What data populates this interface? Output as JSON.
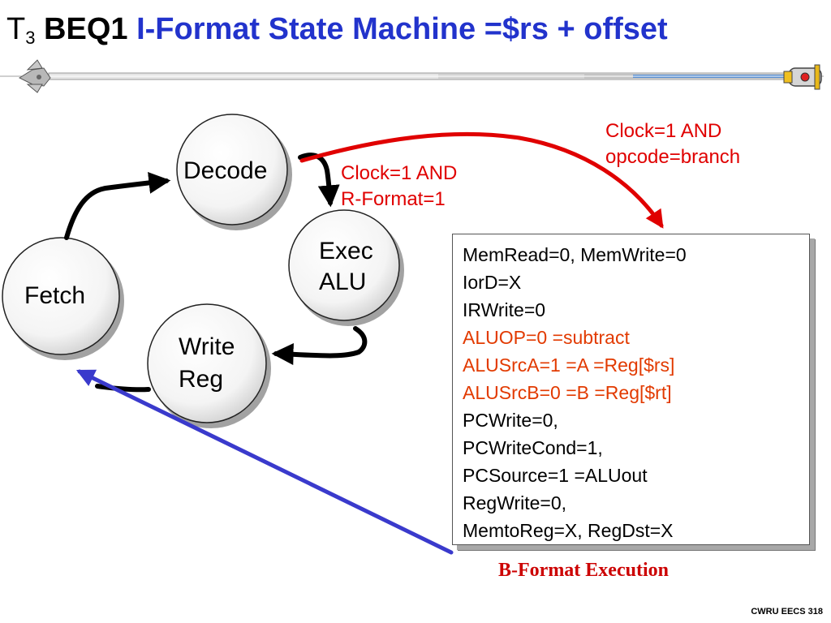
{
  "title": {
    "t_letter": "T",
    "t_sub": "3",
    "instruction": "BEQ1",
    "heading": "I-Format State Machine =$rs + offset"
  },
  "states": {
    "decode": "Decode",
    "exec_line1": "Exec",
    "exec_line2": "ALU",
    "fetch": "Fetch",
    "write_line1": "Write",
    "write_line2": "Reg"
  },
  "conditions": {
    "rformat_line1": "Clock=1 AND",
    "rformat_line2": "R-Format=1",
    "branch_line1": "Clock=1 AND",
    "branch_line2": "opcode=branch"
  },
  "signals": [
    {
      "text": "MemRead=0, MemWrite=0",
      "highlight": false
    },
    {
      "text": "IorD=X",
      "highlight": false
    },
    {
      "text": "IRWrite=0",
      "highlight": false
    },
    {
      "text": "ALUOP=0 =subtract",
      "highlight": true
    },
    {
      "text": "ALUSrcA=1   =A  =Reg[$rs]",
      "highlight": true
    },
    {
      "text": "ALUSrcB=0   =B  =Reg[$rt]",
      "highlight": true
    },
    {
      "text": "PCWrite=0,",
      "highlight": false
    },
    {
      "text": "PCWriteCond=1,",
      "highlight": false
    },
    {
      "text": "PCSource=1 =ALUout",
      "highlight": false
    },
    {
      "text": "RegWrite=0,",
      "highlight": false
    },
    {
      "text": "MemtoReg=X, RegDst=X",
      "highlight": false
    }
  ],
  "caption": "B-Format Execution",
  "footer": "CWRU EECS 318",
  "colors": {
    "title_blue": "#2233cc",
    "condition_red": "#e00000",
    "signal_highlight": "#e23a00",
    "branch_arrow": "#e00000",
    "return_arrow": "#3a3acc",
    "caption_red": "#cc0000"
  }
}
